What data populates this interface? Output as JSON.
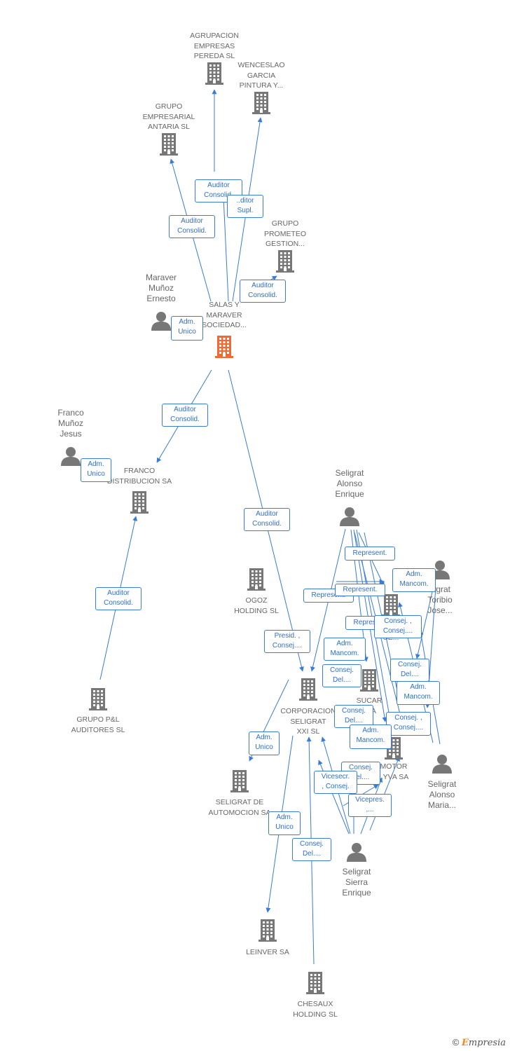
{
  "colors": {
    "edge": "#3a7bd5",
    "node": "#777777",
    "focus": "#f26a33"
  },
  "companies": [
    {
      "id": "agrupacion",
      "lines": [
        "AGRUPACION",
        "EMPRESAS",
        "PEREDA SL"
      ]
    },
    {
      "id": "wenceslao",
      "lines": [
        "WENCESLAO",
        "GARCIA",
        "PINTURA Y..."
      ]
    },
    {
      "id": "grupo-antaria",
      "lines": [
        "GRUPO",
        "EMPRESARIAL",
        "ANTARIA SL"
      ]
    },
    {
      "id": "prometeo",
      "lines": [
        "GRUPO",
        "PROMETEO",
        "GESTION..."
      ]
    },
    {
      "id": "salas",
      "lines": [
        "SALAS Y",
        "MARAVER",
        "SOCIEDAD..."
      ],
      "focus": true
    },
    {
      "id": "franco",
      "lines": [
        "FRANCO",
        "DISTRIBUCION SA"
      ]
    },
    {
      "id": "ogoz",
      "lines": [
        "OGOZ",
        "HOLDING SL"
      ]
    },
    {
      "id": "grupo-pl",
      "lines": [
        "GRUPO P&L",
        "AUDITORES SL"
      ]
    },
    {
      "id": "corporacion",
      "lines": [
        "CORPORACION",
        "SELIGRAT",
        "XXI SL"
      ]
    },
    {
      "id": "seligrat-auto",
      "lines": [
        "SELIGRAT DE",
        "AUTOMOCION SA"
      ]
    },
    {
      "id": "leinver",
      "lines": [
        "LEINVER SA"
      ]
    },
    {
      "id": "chesaux",
      "lines": [
        "CHESAUX",
        "HOLDING SL"
      ]
    },
    {
      "id": "sucar",
      "lines": [
        "SUCAR",
        "..SA"
      ]
    },
    {
      "id": "se-node",
      "lines": [
        "SE..."
      ]
    },
    {
      "id": "motor",
      "lines": [
        "MOTOR",
        "..YVA SA"
      ]
    }
  ],
  "persons": [
    {
      "id": "maraver",
      "lines": [
        "Maraver",
        "Muñoz",
        "Ernesto"
      ]
    },
    {
      "id": "franco-jesus",
      "lines": [
        "Franco",
        "Muñoz",
        "Jesus"
      ]
    },
    {
      "id": "enrique",
      "lines": [
        "Seligrat",
        "Alonso",
        "Enrique"
      ]
    },
    {
      "id": "toribio",
      "lines": [
        "..igrat",
        "Toribio",
        "Jose..."
      ]
    },
    {
      "id": "maria",
      "lines": [
        "Seligrat",
        "Alonso",
        "Maria..."
      ]
    },
    {
      "id": "sierra",
      "lines": [
        "Seligrat",
        "Sierra",
        "Enrique"
      ]
    }
  ],
  "edge_labels": [
    {
      "id": "e1",
      "lines": [
        "Auditor",
        "Consolid."
      ]
    },
    {
      "id": "e2",
      "lines": [
        "..ditor",
        "Supl."
      ]
    },
    {
      "id": "e3",
      "lines": [
        "Auditor",
        "Consolid."
      ]
    },
    {
      "id": "e4",
      "lines": [
        "Auditor",
        "Consolid."
      ]
    },
    {
      "id": "e5",
      "lines": [
        "Adm.",
        "Unico"
      ]
    },
    {
      "id": "e6",
      "lines": [
        "Auditor",
        "Consolid."
      ]
    },
    {
      "id": "e7",
      "lines": [
        "Adm.",
        "Unico"
      ]
    },
    {
      "id": "e8",
      "lines": [
        "Auditor",
        "Consolid."
      ]
    },
    {
      "id": "e9",
      "lines": [
        "Auditor",
        "Consolid."
      ]
    },
    {
      "id": "e10",
      "lines": [
        "Presid. ,",
        "Consej...."
      ]
    },
    {
      "id": "e11",
      "lines": [
        "Adm.",
        "Unico"
      ]
    },
    {
      "id": "e12",
      "lines": [
        "Adm.",
        "Unico"
      ]
    },
    {
      "id": "e13",
      "lines": [
        "Consej.",
        "Del...."
      ]
    },
    {
      "id": "e14",
      "lines": [
        "Represent."
      ]
    },
    {
      "id": "e15",
      "lines": [
        "Represent."
      ]
    },
    {
      "id": "e16",
      "lines": [
        "Represent."
      ]
    },
    {
      "id": "e17",
      "lines": [
        "Represent."
      ]
    },
    {
      "id": "e18",
      "lines": [
        "Adm.",
        "Mancom."
      ]
    },
    {
      "id": "e19",
      "lines": [
        "Consej. ,",
        "Consej...."
      ]
    },
    {
      "id": "e20",
      "lines": [
        "Adm.",
        "Mancom."
      ]
    },
    {
      "id": "e21",
      "lines": [
        "Consej.",
        "Del...."
      ]
    },
    {
      "id": "e22",
      "lines": [
        "Consej.",
        "Del...."
      ]
    },
    {
      "id": "e23",
      "lines": [
        "Adm.",
        "Mancom."
      ]
    },
    {
      "id": "e24",
      "lines": [
        "Consej.",
        "Del...."
      ]
    },
    {
      "id": "e25",
      "lines": [
        "Consej. ,",
        "Consej...."
      ]
    },
    {
      "id": "e26",
      "lines": [
        "Adm.",
        "Mancom."
      ]
    },
    {
      "id": "e27",
      "lines": [
        "Consej.",
        "..el...."
      ]
    },
    {
      "id": "e28",
      "lines": [
        "Vicesecr.",
        ", Consej."
      ]
    },
    {
      "id": "e29",
      "lines": [
        "Vicepres.",
        ",..."
      ]
    }
  ],
  "footer": {
    "copyright": "©",
    "brand": "mpresia",
    "brand_initial": "E"
  }
}
